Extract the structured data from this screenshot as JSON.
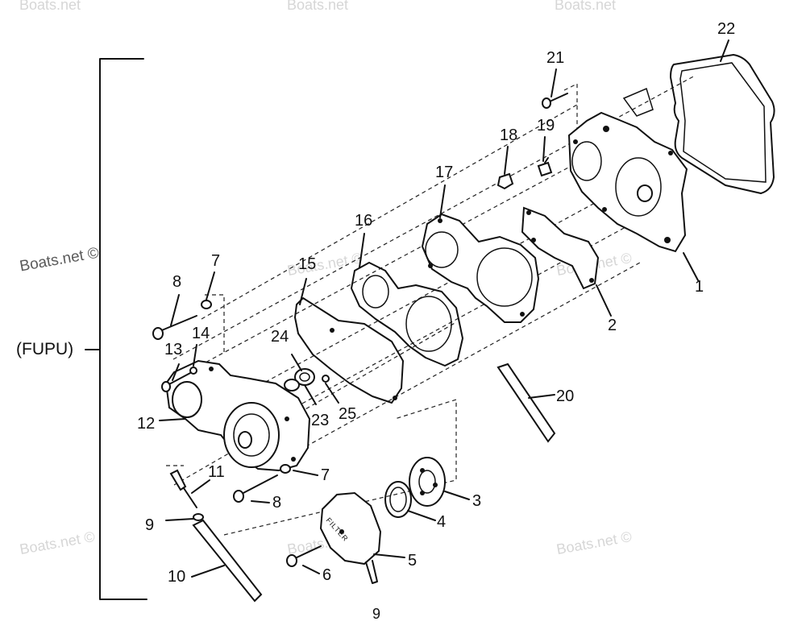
{
  "group_label": "(FUPU)",
  "page_number": "9",
  "watermark_text": "Boats.net ©",
  "watermark_top_text": "Boats.net",
  "callouts": [
    "1",
    "2",
    "3",
    "4",
    "5",
    "6",
    "7",
    "7",
    "8",
    "8",
    "9",
    "10",
    "11",
    "12",
    "13",
    "14",
    "15",
    "16",
    "17",
    "18",
    "19",
    "20",
    "21",
    "22",
    "23",
    "24",
    "25"
  ],
  "filter_text": "FILTER",
  "colors": {
    "ink": "#111111",
    "watermark": "#d6d6d6",
    "background": "#ffffff"
  }
}
